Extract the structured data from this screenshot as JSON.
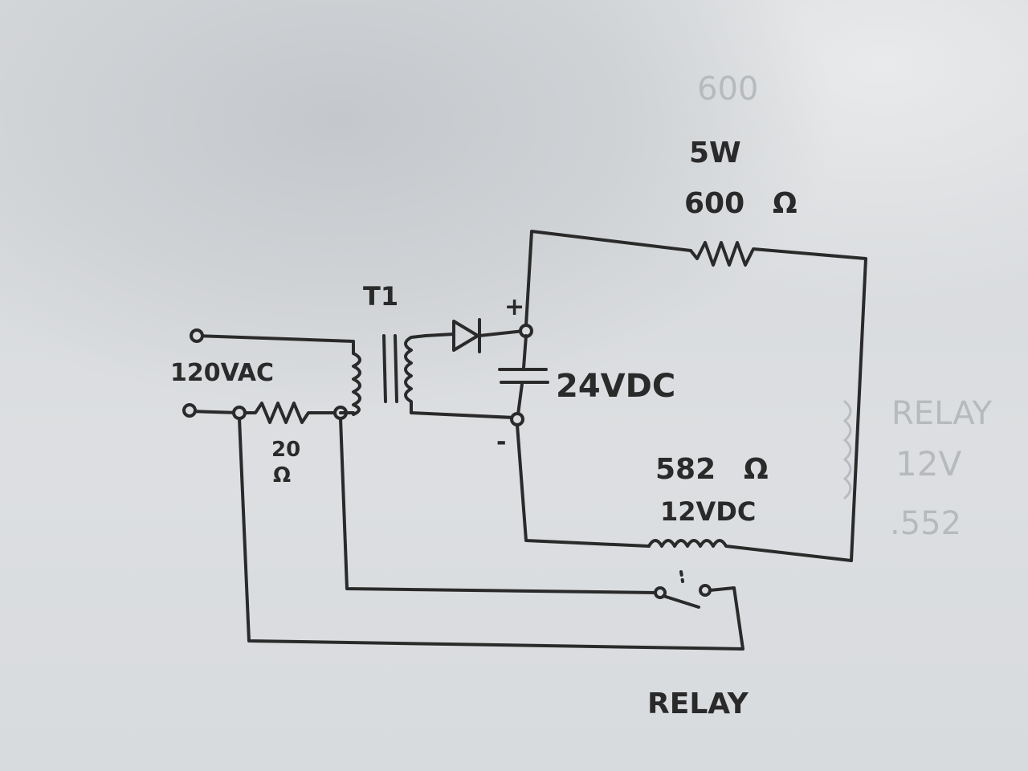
{
  "labels": {
    "source": "120VAC",
    "transformer": "T1",
    "plus": "+",
    "minus": "-",
    "dc_voltage": "24VDC",
    "series_resistor": "20",
    "ohm": "Ω",
    "load_resistor_power": "5W",
    "load_resistor_value": "600",
    "coil_resistance": "582",
    "coil_voltage": "12VDC",
    "relay": "RELAY"
  },
  "faint_notes": {
    "top": "600",
    "right_1": "RELAY",
    "right_2": "12V",
    "right_3": ".552"
  }
}
